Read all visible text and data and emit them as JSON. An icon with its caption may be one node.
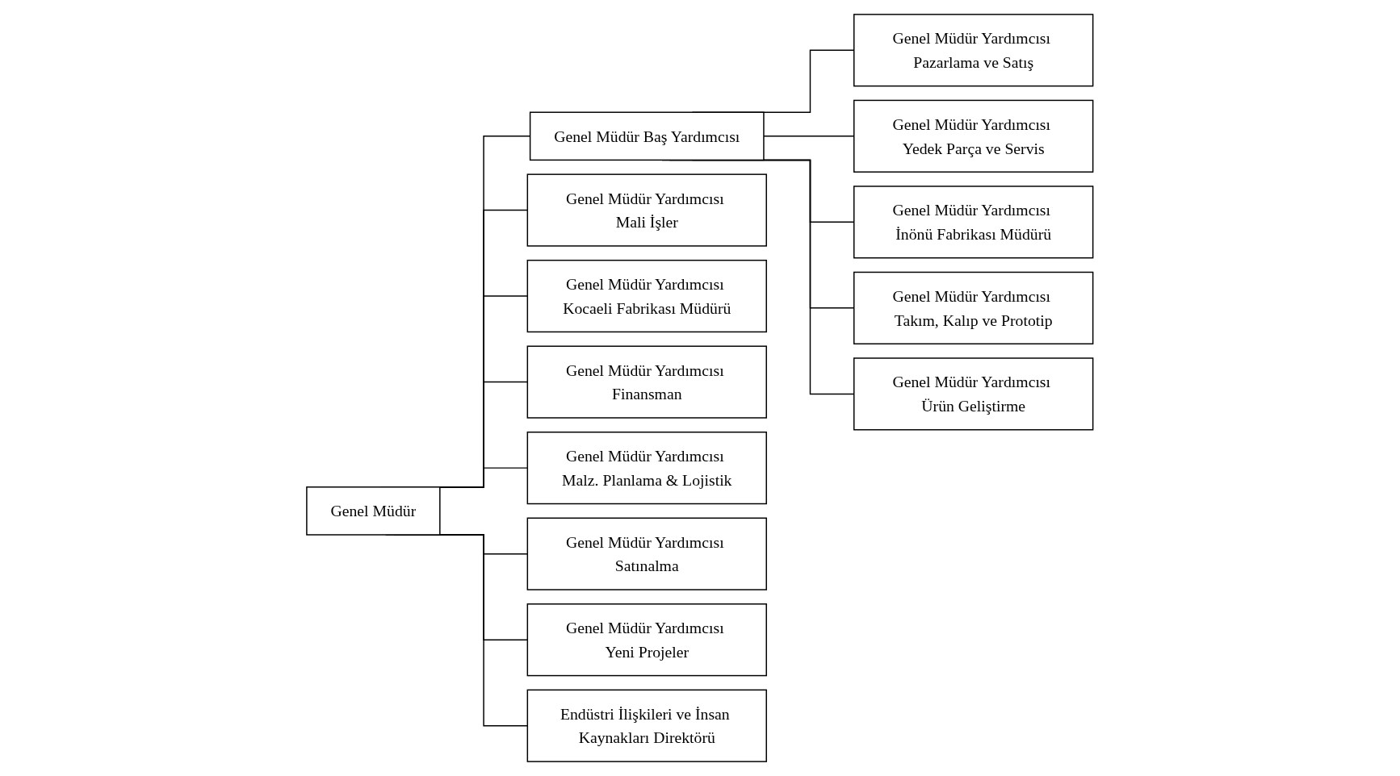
{
  "diagram": {
    "nodes": [
      {
        "text": [
          "Genel Müdür"
        ]
      },
      {
        "text": [
          "Genel Müdür Baş Yardımcısı"
        ]
      },
      {
        "text": [
          "Genel Müdür Yardımcısı Pazarlama ve Satış"
        ]
      },
      {
        "text": [
          "Genel Müdür Yardımcısı İnönü Fabrikası Müdürü"
        ]
      },
      {
        "text": [
          "Genel Müdür Yardımcısı Mali İşler"
        ]
      },
      {
        "text": [
          "Genel Müdür Yardımcısı Kocaeli Fabrikası Müdürü"
        ]
      },
      {
        "text": [
          "Genel Müdür Yardımcısı Yedek Parça ve Servis"
        ]
      },
      {
        "text": [
          "Genel Müdür Yardımcısı Takım, Kalıp ve Prototip"
        ]
      },
      {
        "text": [
          "Genel Müdür Yardımcısı Finansman"
        ]
      },
      {
        "text": [
          "Genel Müdür Yardımcısı Malz. Planlama & Lojistik"
        ]
      },
      {
        "text": [
          "Genel Müdür Yardımcısı Ürün Geliştirme"
        ]
      },
      {
        "text": [
          "Genel Müdür Yardımcısı Satınalma"
        ]
      },
      {
        "text": [
          "Genel Müdür Yardımcısı Yeni Projeler"
        ]
      },
      {
        "text": [
          "Endüstri İlişkileri ve İnsan Kaynakları Direktörü"
        ]
      }
    ],
    "edges": [
      {
        "from": 0,
        "to": 1,
        "arrow": "none"
      },
      {
        "from": 1,
        "to": 2,
        "arrow": "none"
      },
      {
        "from": 1,
        "to": 6,
        "arrow": "none"
      },
      {
        "from": 1,
        "to": 3,
        "arrow": "none"
      },
      {
        "from": 1,
        "to": 7,
        "arrow": "none"
      },
      {
        "from": 1,
        "to": 10,
        "arrow": "none"
      },
      {
        "from": 0,
        "to": 4,
        "arrow": "none"
      },
      {
        "from": 0,
        "to": 8,
        "arrow": "none"
      },
      {
        "from": 0,
        "to": 11,
        "arrow": "none"
      },
      {
        "from": 0,
        "to": 13,
        "arrow": "none"
      },
      {
        "from": 0,
        "to": 5,
        "arrow": "none"
      },
      {
        "from": 0,
        "to": 9,
        "arrow": "none"
      },
      {
        "from": 0,
        "to": 12,
        "arrow": "none"
      }
    ]
  }
}
